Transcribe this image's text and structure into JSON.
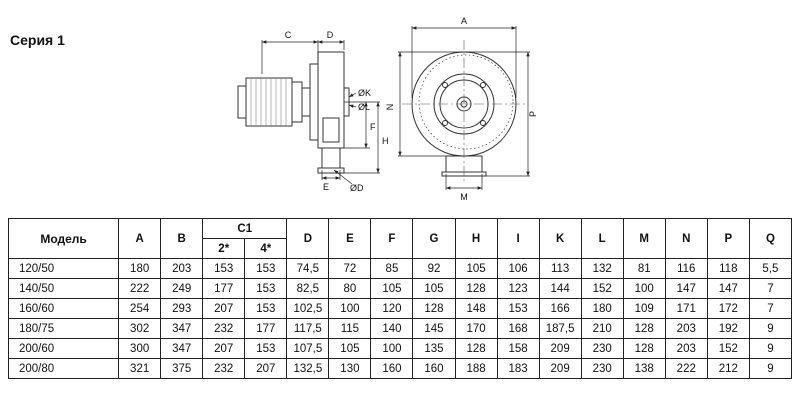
{
  "page": {
    "title": "Серия 1"
  },
  "drawing": {
    "labels": {
      "C": "C",
      "D": "D",
      "K": "ØK",
      "L": "ØL",
      "F": "F",
      "H": "H",
      "E": "E",
      "OD": "ØD",
      "A": "A",
      "N": "N",
      "P": "P",
      "M": "M"
    }
  },
  "table": {
    "header": {
      "model": "Модель",
      "pre": [
        "A",
        "B"
      ],
      "c1": "C1",
      "c1_subs": [
        "2*",
        "4*"
      ],
      "post": [
        "D",
        "E",
        "F",
        "G",
        "H",
        "I",
        "K",
        "L",
        "M",
        "N",
        "P",
        "Q"
      ]
    },
    "rows": [
      {
        "model": "120/50",
        "values": [
          "180",
          "203",
          "153",
          "153",
          "74,5",
          "72",
          "85",
          "92",
          "105",
          "106",
          "113",
          "132",
          "81",
          "116",
          "118",
          "5,5"
        ]
      },
      {
        "model": "140/50",
        "values": [
          "222",
          "249",
          "177",
          "153",
          "82,5",
          "80",
          "105",
          "105",
          "128",
          "123",
          "144",
          "152",
          "100",
          "147",
          "147",
          "7"
        ]
      },
      {
        "model": "160/60",
        "values": [
          "254",
          "293",
          "207",
          "153",
          "102,5",
          "100",
          "120",
          "128",
          "148",
          "153",
          "166",
          "180",
          "109",
          "171",
          "172",
          "7"
        ]
      },
      {
        "model": "180/75",
        "values": [
          "302",
          "347",
          "232",
          "177",
          "117,5",
          "115",
          "140",
          "145",
          "170",
          "168",
          "187,5",
          "210",
          "128",
          "203",
          "192",
          "9"
        ]
      },
      {
        "model": "200/60",
        "values": [
          "300",
          "347",
          "207",
          "153",
          "107,5",
          "105",
          "100",
          "135",
          "128",
          "158",
          "209",
          "230",
          "128",
          "203",
          "152",
          "9"
        ]
      },
      {
        "model": "200/80",
        "values": [
          "321",
          "375",
          "232",
          "207",
          "132,5",
          "130",
          "160",
          "160",
          "188",
          "183",
          "209",
          "230",
          "138",
          "222",
          "212",
          "9"
        ]
      }
    ]
  }
}
